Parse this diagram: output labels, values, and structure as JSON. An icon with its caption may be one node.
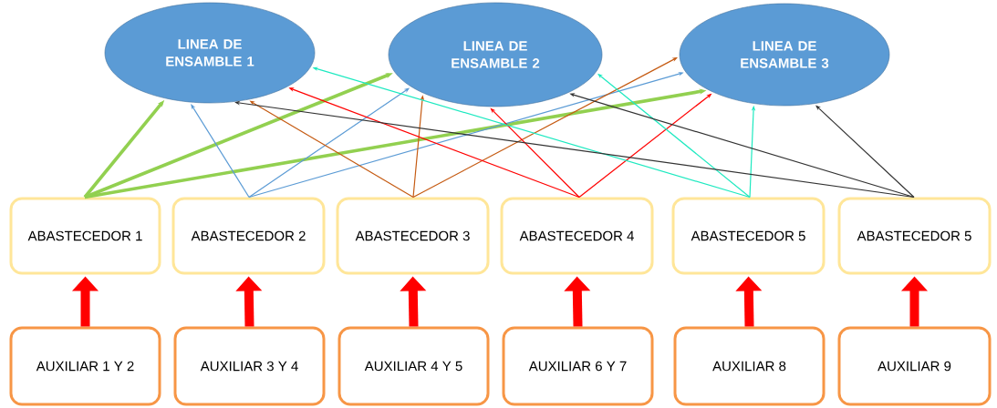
{
  "diagram": {
    "nodes": [
      {
        "text": [
          "LINEA DE ENSAMBLE 1"
        ]
      },
      {
        "text": [
          "LINEA DE ENSAMBLE 2"
        ]
      },
      {
        "text": [
          "LINEA DE ENSAMBLE 3"
        ]
      },
      {
        "text": [
          "ABASTECEDOR 1"
        ]
      },
      {
        "text": [
          "ABASTECEDOR 2"
        ]
      },
      {
        "text": [
          "ABASTECEDOR 3"
        ]
      },
      {
        "text": [
          "ABASTECEDOR 4"
        ]
      },
      {
        "text": [
          "ABASTECEDOR 5"
        ]
      },
      {
        "text": [
          "ABASTECEDOR 5"
        ]
      },
      {
        "text": [
          "AUXILIAR 1 Y 2"
        ]
      },
      {
        "text": [
          "AUXILIAR 3 Y 4"
        ]
      },
      {
        "text": [
          "AUXILIAR 4 Y 5"
        ]
      },
      {
        "text": [
          "AUXILIAR 6 Y 7"
        ]
      },
      {
        "text": [
          "AUXILIAR  8"
        ]
      },
      {
        "text": [
          "AUXILIAR  9"
        ]
      }
    ],
    "edges": [
      {
        "from": 3,
        "to": 0,
        "arrow": "to",
        "style": "thick",
        "color": "#92d050"
      },
      {
        "from": 3,
        "to": 1,
        "arrow": "to",
        "style": "thick",
        "color": "#92d050"
      },
      {
        "from": 3,
        "to": 2,
        "arrow": "to",
        "style": "thick",
        "color": "#92d050"
      },
      {
        "from": 4,
        "to": 0,
        "arrow": "to",
        "color": "#5b9bd5"
      },
      {
        "from": 4,
        "to": 1,
        "arrow": "to",
        "color": "#5b9bd5"
      },
      {
        "from": 4,
        "to": 2,
        "arrow": "to",
        "color": "#5b9bd5"
      },
      {
        "from": 5,
        "to": 0,
        "arrow": "to",
        "color": "#c55a11"
      },
      {
        "from": 5,
        "to": 1,
        "arrow": "to",
        "color": "#c55a11"
      },
      {
        "from": 5,
        "to": 2,
        "arrow": "to",
        "color": "#c55a11"
      },
      {
        "from": 6,
        "to": 0,
        "arrow": "to",
        "color": "#ff0000"
      },
      {
        "from": 6,
        "to": 1,
        "arrow": "to",
        "color": "#ff0000"
      },
      {
        "from": 6,
        "to": 2,
        "arrow": "to",
        "color": "#ff0000"
      },
      {
        "from": 7,
        "to": 0,
        "arrow": "to",
        "color": "#1de9c0"
      },
      {
        "from": 7,
        "to": 1,
        "arrow": "to",
        "color": "#1de9c0"
      },
      {
        "from": 7,
        "to": 2,
        "arrow": "to",
        "color": "#1de9c0"
      },
      {
        "from": 8,
        "to": 0,
        "arrow": "to",
        "color": "#333333"
      },
      {
        "from": 8,
        "to": 1,
        "arrow": "to",
        "color": "#333333"
      },
      {
        "from": 8,
        "to": 2,
        "arrow": "to",
        "color": "#333333"
      },
      {
        "from": 9,
        "to": 3,
        "arrow": "to",
        "style": "thick",
        "color": "#ff0000"
      },
      {
        "from": 10,
        "to": 4,
        "arrow": "to",
        "style": "thick",
        "color": "#ff0000"
      },
      {
        "from": 11,
        "to": 5,
        "arrow": "to",
        "style": "thick",
        "color": "#ff0000"
      },
      {
        "from": 12,
        "to": 6,
        "arrow": "to",
        "style": "thick",
        "color": "#ff0000"
      },
      {
        "from": 13,
        "to": 7,
        "arrow": "to",
        "style": "thick",
        "color": "#ff0000"
      },
      {
        "from": 14,
        "to": 8,
        "arrow": "to",
        "style": "thick",
        "color": "#ff0000"
      }
    ]
  }
}
